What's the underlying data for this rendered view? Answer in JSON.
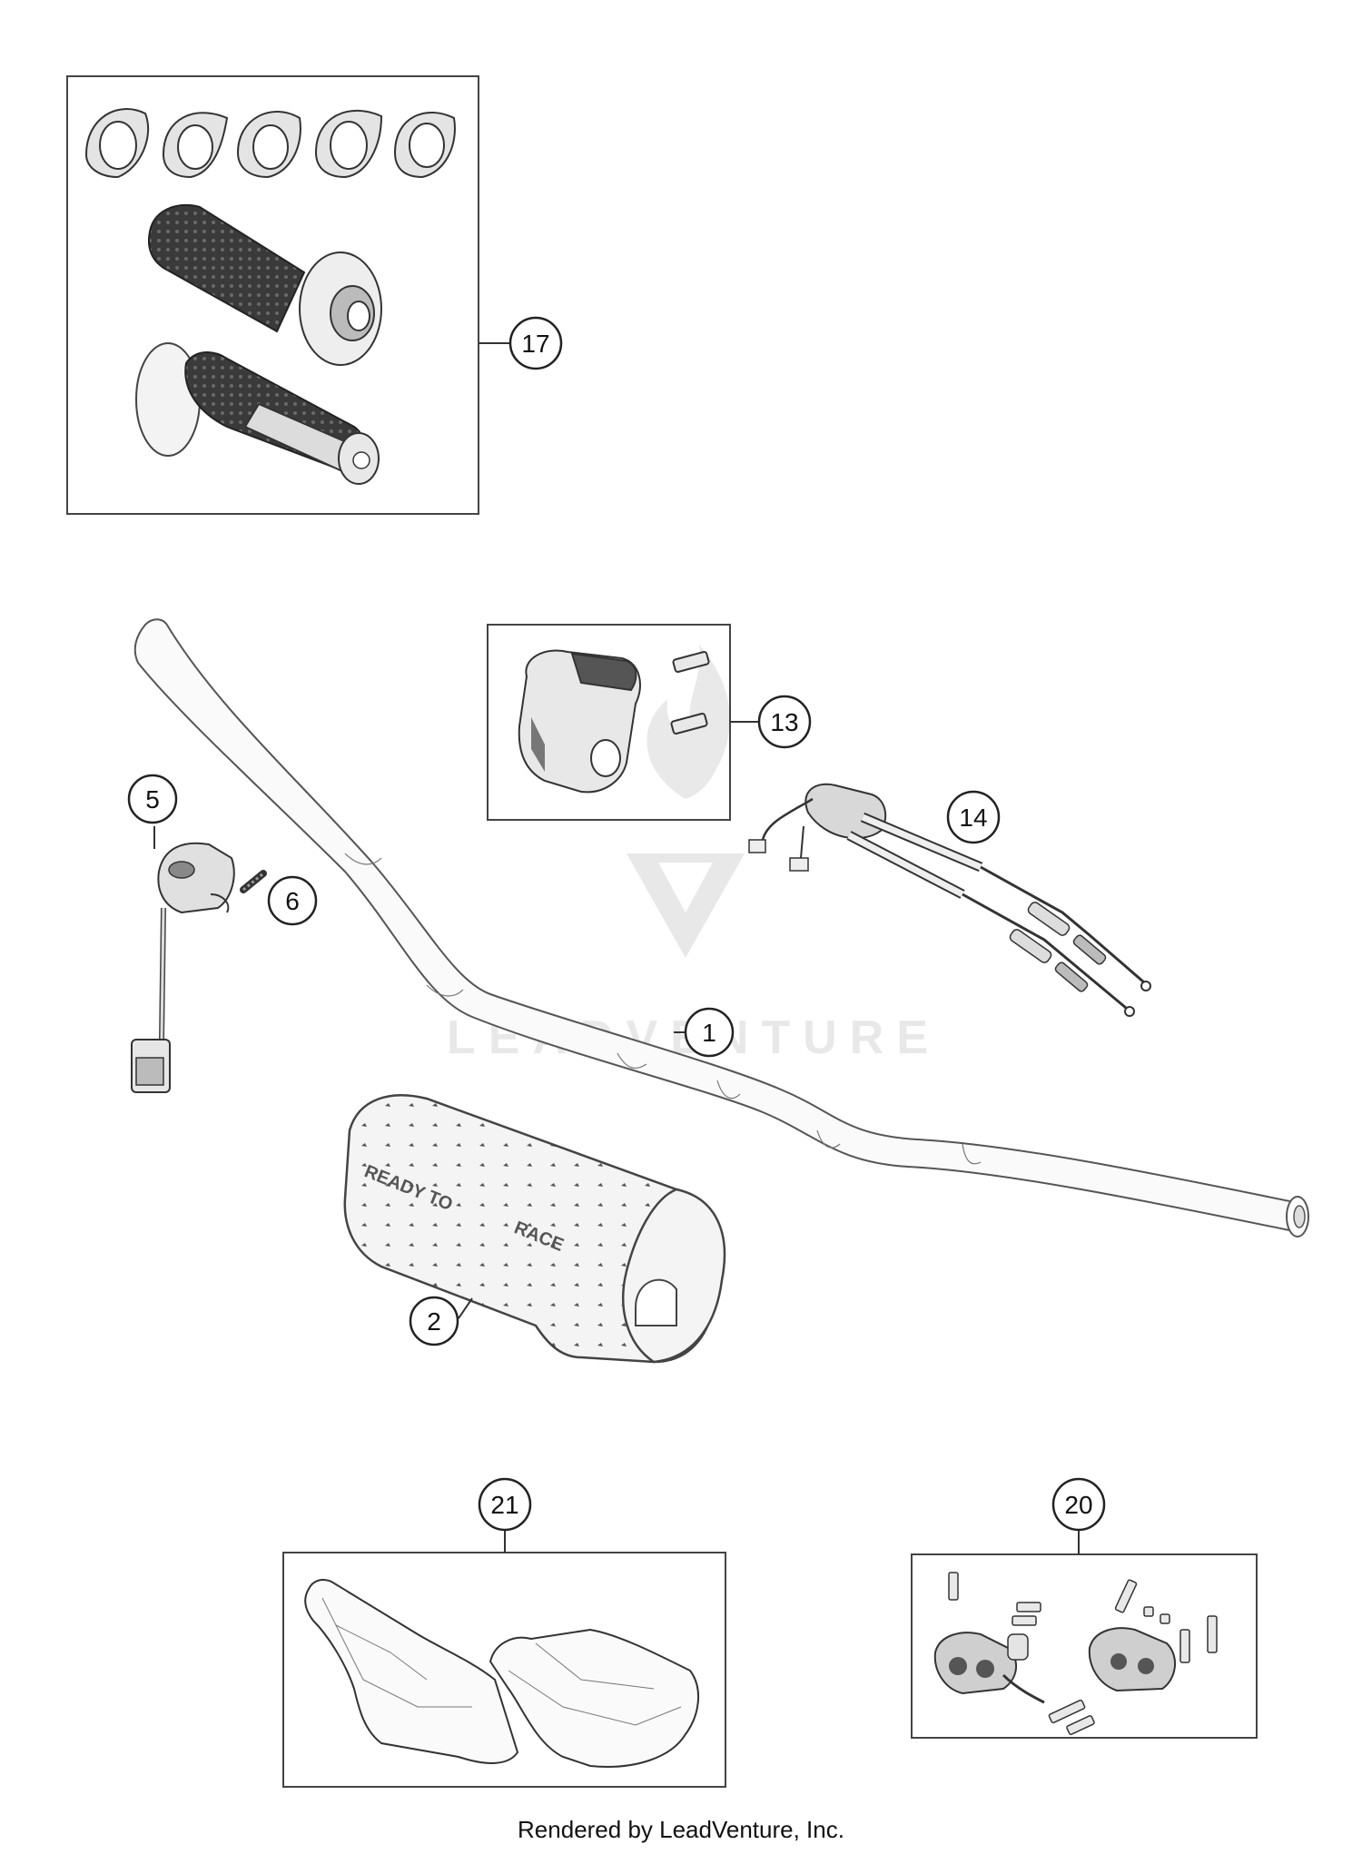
{
  "watermark": {
    "text": "LEADVENTURE"
  },
  "callouts": {
    "c1": "1",
    "c2": "2",
    "c5": "5",
    "c6": "6",
    "c13": "13",
    "c14": "14",
    "c17": "17",
    "c20": "20",
    "c21": "21"
  },
  "pad_print": {
    "line1": "READY TO",
    "line2": "RACE"
  },
  "footer": {
    "text": "Rendered by LeadVenture, Inc."
  }
}
